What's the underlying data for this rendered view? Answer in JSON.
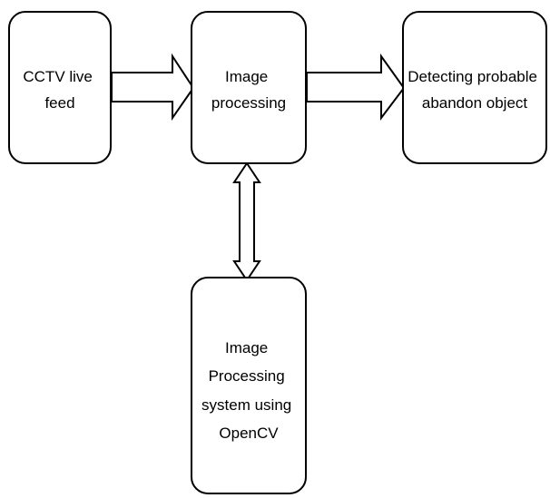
{
  "diagram": {
    "nodes": {
      "cctv": {
        "lines": [
          "CCTV live",
          "feed"
        ]
      },
      "image_processing": {
        "lines": [
          "Image",
          "processing"
        ]
      },
      "detecting": {
        "lines": [
          "Detecting probable",
          "abandon object"
        ]
      },
      "opencv": {
        "lines": [
          "Image",
          "Processing",
          "system using",
          "OpenCV"
        ]
      }
    },
    "edges": [
      {
        "from": "cctv",
        "to": "image_processing",
        "style": "hollow-arrow"
      },
      {
        "from": "image_processing",
        "to": "detecting",
        "style": "hollow-arrow"
      },
      {
        "from": "image_processing",
        "to": "opencv",
        "style": "hollow-double-arrow"
      }
    ]
  }
}
